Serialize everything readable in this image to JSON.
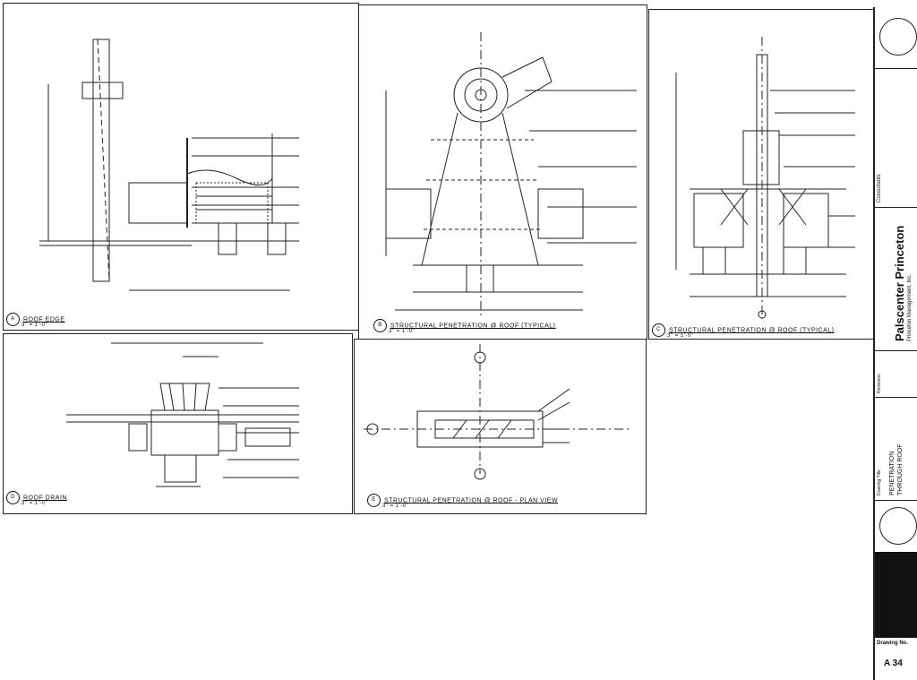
{
  "details": [
    {
      "number": "A",
      "title": "ROOF EDGE",
      "scale": "3\" = 1'-0\""
    },
    {
      "number": "B",
      "title": "STRUCTURAL PENETRATION @ ROOF (TYPICAL)",
      "scale": "3\" = 1'-0\""
    },
    {
      "number": "C",
      "title": "STRUCTURAL PENETRATION @ ROOF (TYPICAL)",
      "scale": "3\" = 1'-0\""
    },
    {
      "number": "D",
      "title": "ROOF DRAIN",
      "scale": "3\" = 1'-0\""
    },
    {
      "number": "E",
      "title": "STRUCTURAL PENETRATION @ ROOF - PLAN VIEW",
      "scale": "3\" = 1'-0\""
    }
  ],
  "title_block": {
    "consultants_label": "Consultants",
    "project_name": "Palscenter  Princeton",
    "owner": "Princeton Management, Inc.",
    "revisions_label": "Revisions",
    "drawing_title_label": "Drawing Title",
    "drawing_title": "PENETRATION THROUGH ROOF",
    "drawing_number_label": "Drawing No.",
    "drawing_number": "A 34"
  }
}
